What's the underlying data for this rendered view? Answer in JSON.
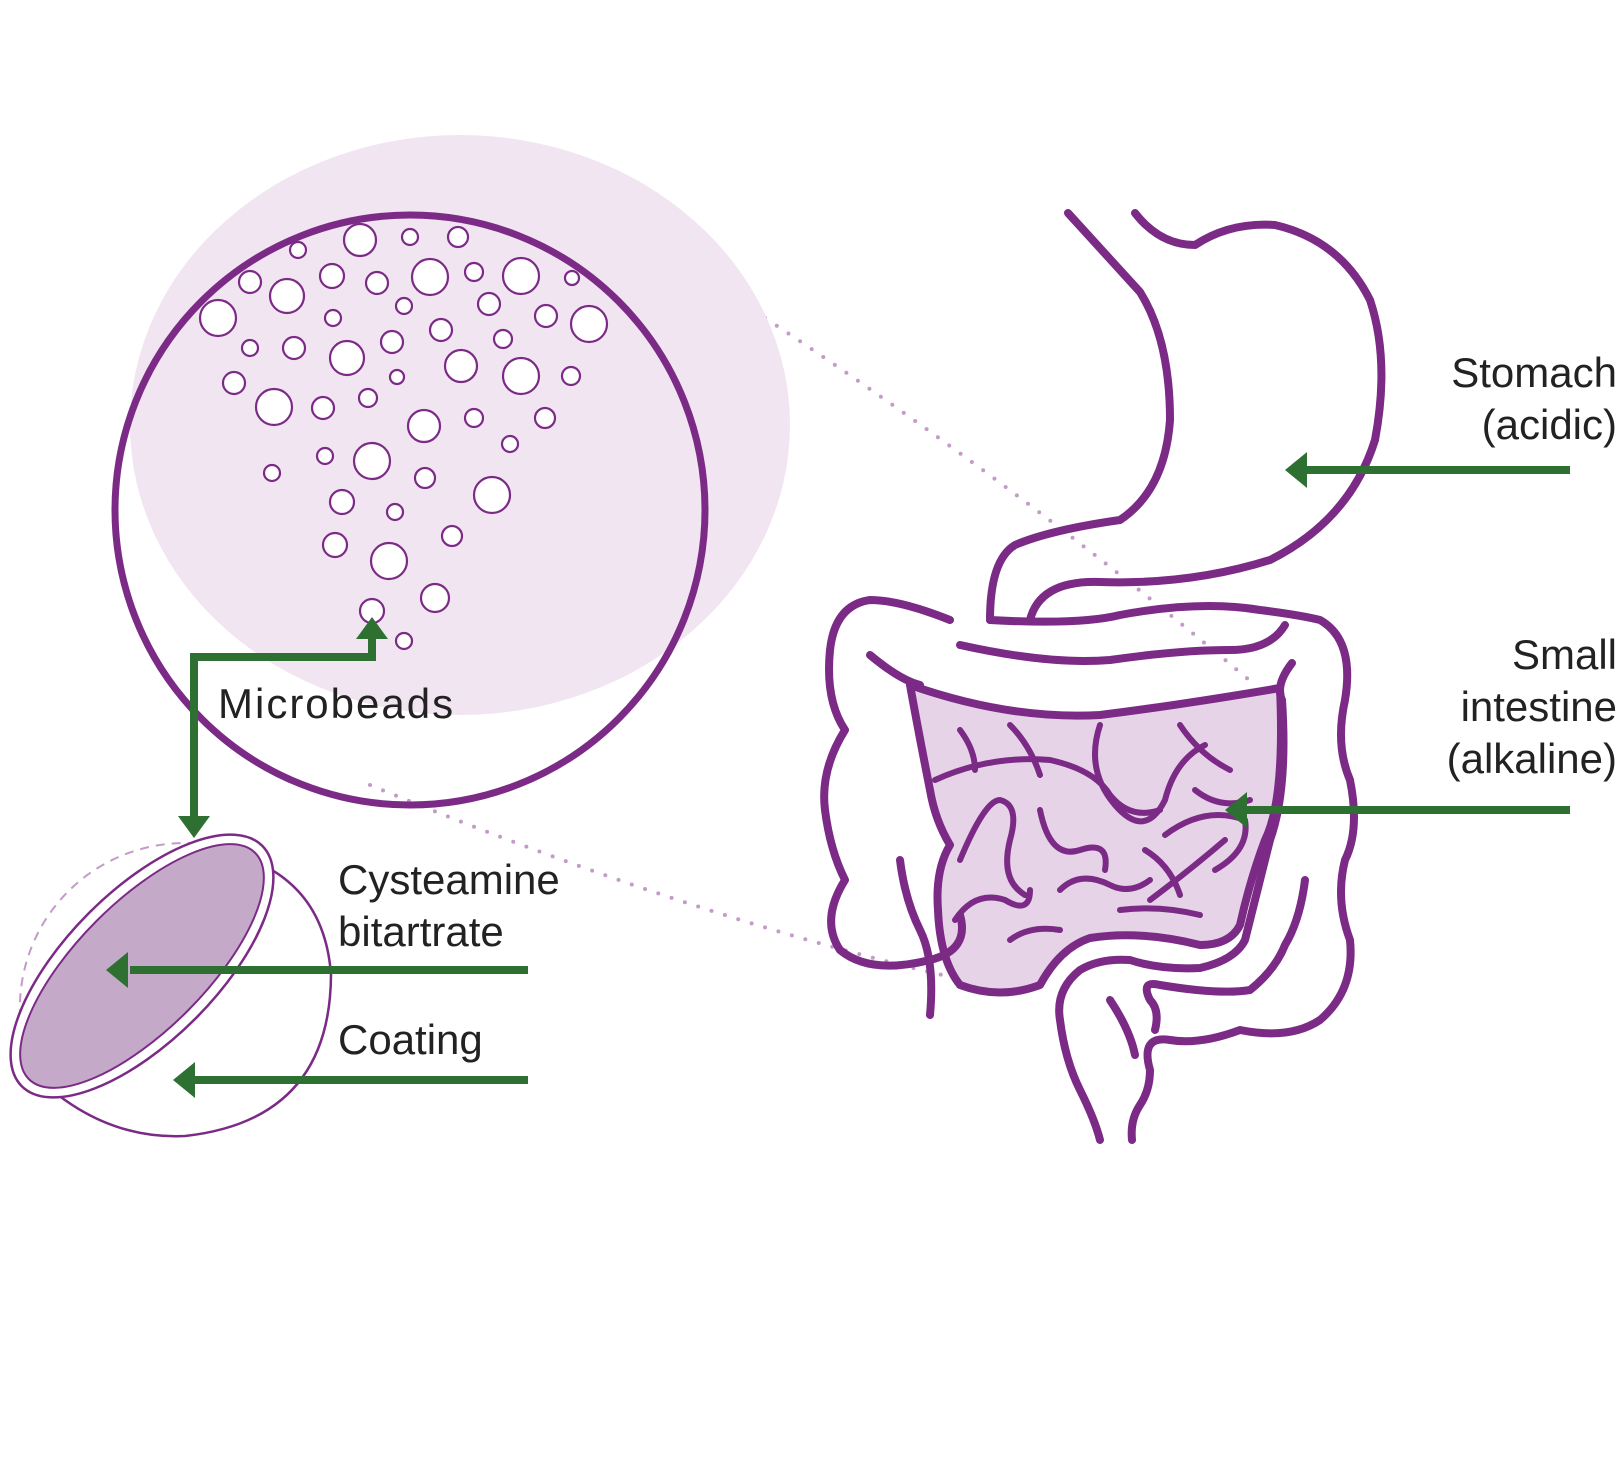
{
  "labels": {
    "stomach": {
      "line1": "Stomach",
      "line2": "(acidic)"
    },
    "small_intestine": {
      "line1": "Small",
      "line2": "intestine",
      "line3": "(alkaline)"
    },
    "microbeads": "Microbeads",
    "cysteamine_bitartrate": {
      "line1": "Cysteamine",
      "line2": "bitartrate"
    },
    "coating": "Coating"
  },
  "colors": {
    "organ_outline": "#7b2a86",
    "organ_fill": "#e6d3e7",
    "halo_fill": "#f1e5f1",
    "bead_outline": "#7b2a86",
    "arrow": "#2e7031",
    "core_fill": "#c5a9c9",
    "label_text": "#222222",
    "dotted_line": "#c49bc8"
  },
  "icons": {
    "arrow": "left-arrow",
    "bead": "circle-outline",
    "organ": "digestive-tract"
  }
}
